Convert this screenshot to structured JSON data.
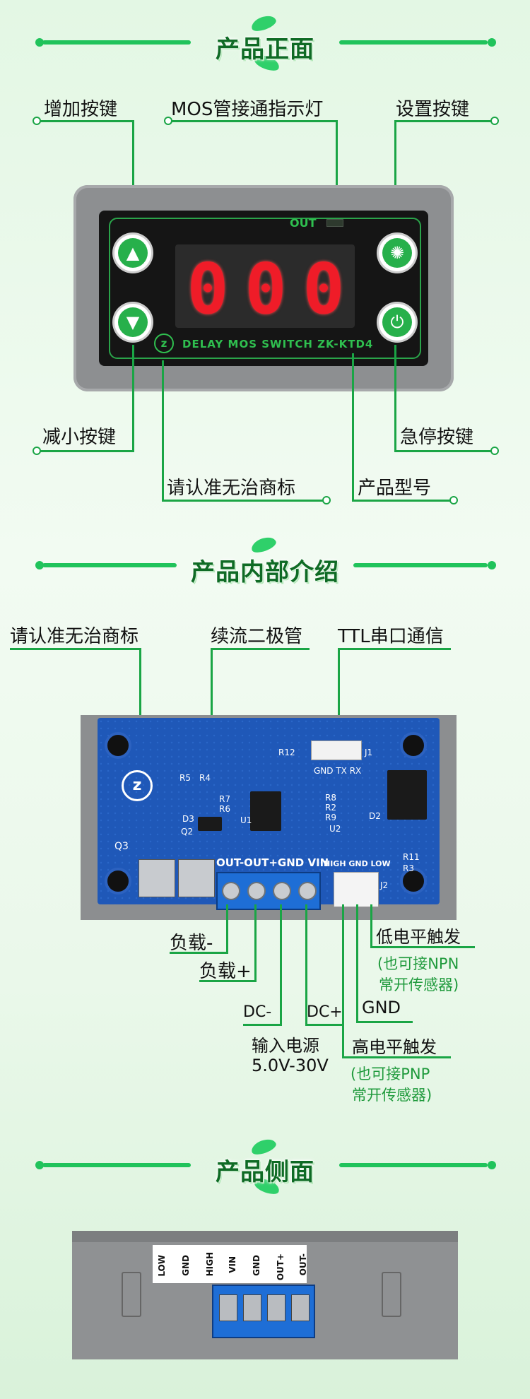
{
  "sections": {
    "front_title": "产品正面",
    "inside_title": "产品内部介绍",
    "side_title": "产品侧面"
  },
  "front": {
    "labels": {
      "increase": "增加按键",
      "mos_indicator": "MOS管接通指示灯",
      "settings": "设置按键",
      "decrease": "减小按键",
      "estop": "急停按键",
      "trademark": "请认准无治商标",
      "model": "产品型号"
    },
    "panel": {
      "out_label": "OUT",
      "digits": [
        "0",
        "0",
        "0"
      ],
      "brand_text": "DELAY MOS SWITCH ZK-KTD4"
    }
  },
  "inside": {
    "labels": {
      "trademark": "请认准无治商标",
      "diode": "续流二极管",
      "ttl": "TTL串口通信",
      "load_neg": "负载-",
      "load_pos": "负载+",
      "dc_neg": "DC-",
      "dc_pos": "DC+",
      "power_input": "输入电源",
      "power_range": "5.0V-30V",
      "low_trigger": "低电平触发",
      "low_note_1": "(也可接NPN",
      "low_note_2": "常开传感器)",
      "gnd": "GND",
      "high_trigger": "高电平触发",
      "high_note_1": "(也可接PNP",
      "high_note_2": "常开传感器)"
    },
    "silk": {
      "terminal_row": "OUT-OUT+GND VIN",
      "uart_row": "GND TX  RX",
      "trig_row": "HIGH GND LOW",
      "q3": "Q3",
      "q2": "Q2",
      "j1": "J1",
      "j2": "J2",
      "u1": "U1",
      "u2": "U2",
      "d2": "D2",
      "d3": "D3",
      "r12": "R12",
      "r5": "R5",
      "r4": "R4",
      "r6": "R6",
      "r7": "R7",
      "r8": "R8",
      "r2": "R2",
      "r9": "R9",
      "r11": "R11",
      "r3": "R3"
    }
  },
  "side": {
    "pin_labels": [
      "LOW",
      "GND",
      "HIGH",
      "VIN",
      "GND",
      "OUT+",
      "OUT-"
    ]
  },
  "colors": {
    "accent_green": "#20c35b",
    "title_green": "#0f6b25",
    "note_green": "#1f9a3c",
    "led_red": "#ef1c28",
    "pcb_blue": "#1f58b8"
  }
}
